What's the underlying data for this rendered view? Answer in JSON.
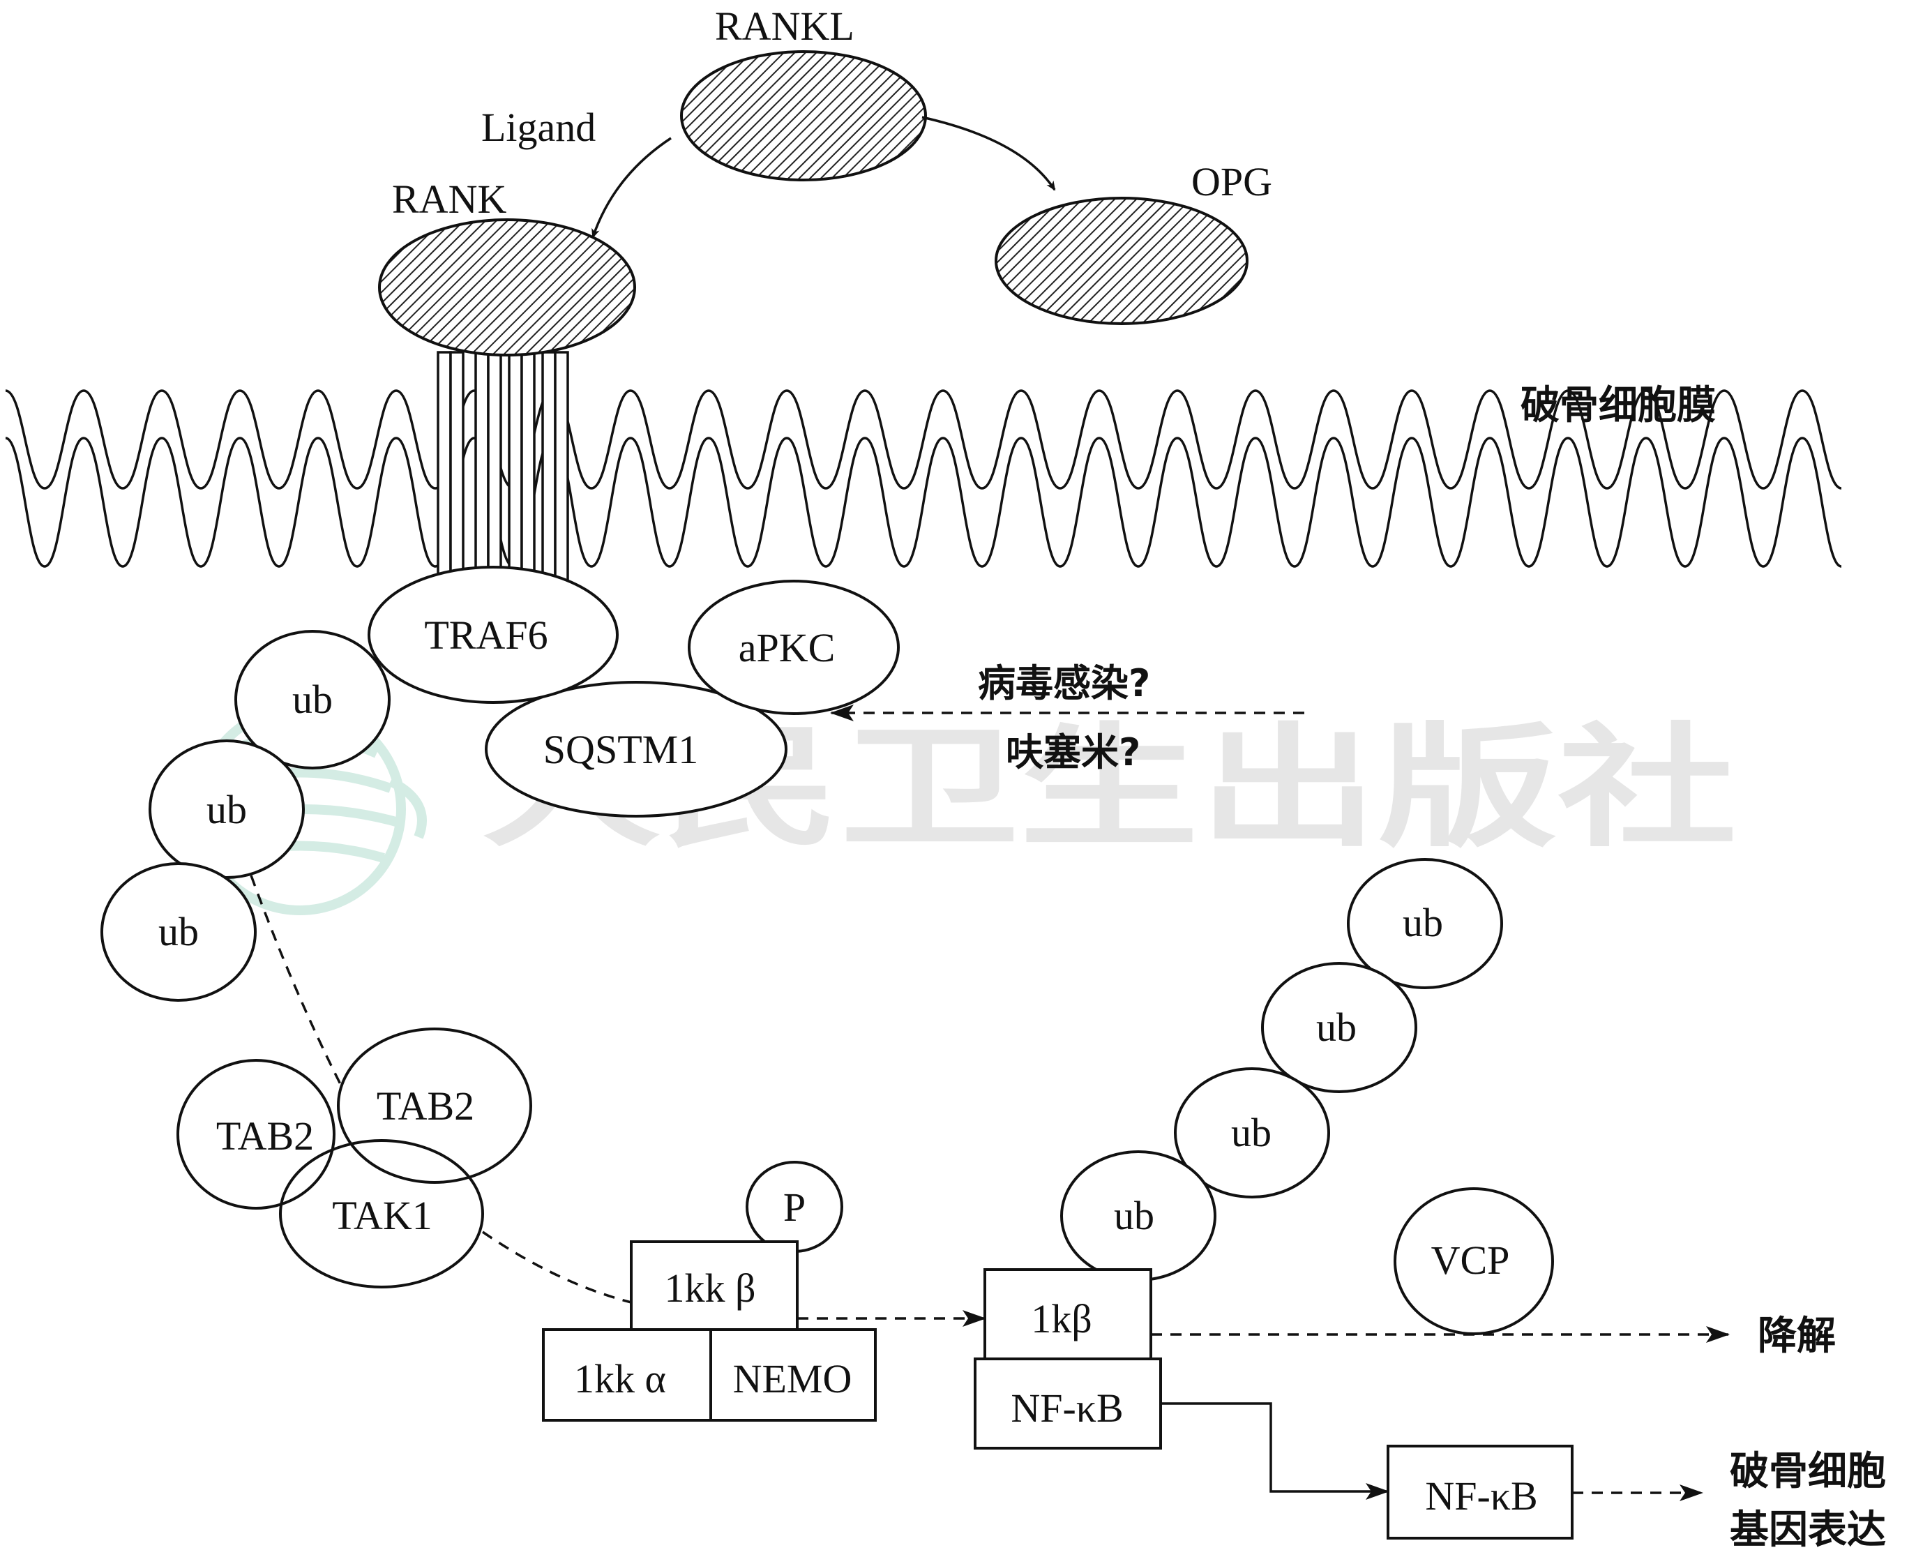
{
  "ligands": {
    "rankl": "RANKL",
    "ligand": "Ligand",
    "rank": "RANK",
    "opg": "OPG"
  },
  "membrane": {
    "label": "破骨细胞膜"
  },
  "adaptor": {
    "traf6": "TRAF6",
    "apkc": "aPKC",
    "sqstm1": "SQSTM1",
    "ub_left": [
      "ub",
      "ub",
      "ub"
    ]
  },
  "stimuli": {
    "line1": "病毒感染?",
    "line2": "呋塞米?"
  },
  "tak_complex": {
    "tab2_left": "TAB2",
    "tab2_right": "TAB2",
    "tak1": "TAK1"
  },
  "ikk_complex": {
    "phospho": "P",
    "ikk_beta": "1kk β",
    "ikk_alpha": "1kk α",
    "nemo": "NEMO"
  },
  "ikb_complex": {
    "ikb": "1kβ",
    "nfkb": "NF-κB",
    "ub_right": [
      "ub",
      "ub",
      "ub",
      "ub"
    ],
    "vcp": "VCP",
    "degradation": "降解"
  },
  "nucleus": {
    "nfkb": "NF-κB",
    "outcome_line1": "破骨细胞",
    "outcome_line2": "基因表达"
  },
  "watermark": {
    "text": "人民卫生出版社"
  }
}
